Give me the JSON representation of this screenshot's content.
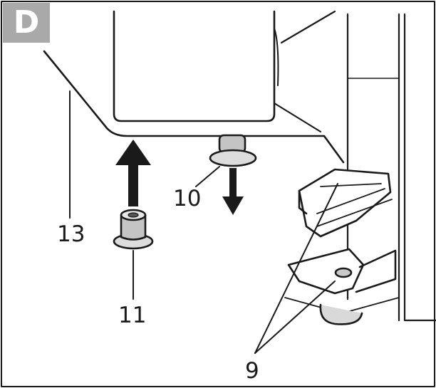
{
  "panel": {
    "letter": "D",
    "badge_color": "#a9a9a9"
  },
  "callouts": [
    {
      "id": "13",
      "label": "13"
    },
    {
      "id": "10",
      "label": "10"
    },
    {
      "id": "11",
      "label": "11"
    },
    {
      "id": "9",
      "label": "9"
    }
  ],
  "arrows": [
    {
      "name": "insert-up-arrow",
      "direction": "up"
    },
    {
      "name": "remove-down-arrow",
      "direction": "down"
    }
  ]
}
